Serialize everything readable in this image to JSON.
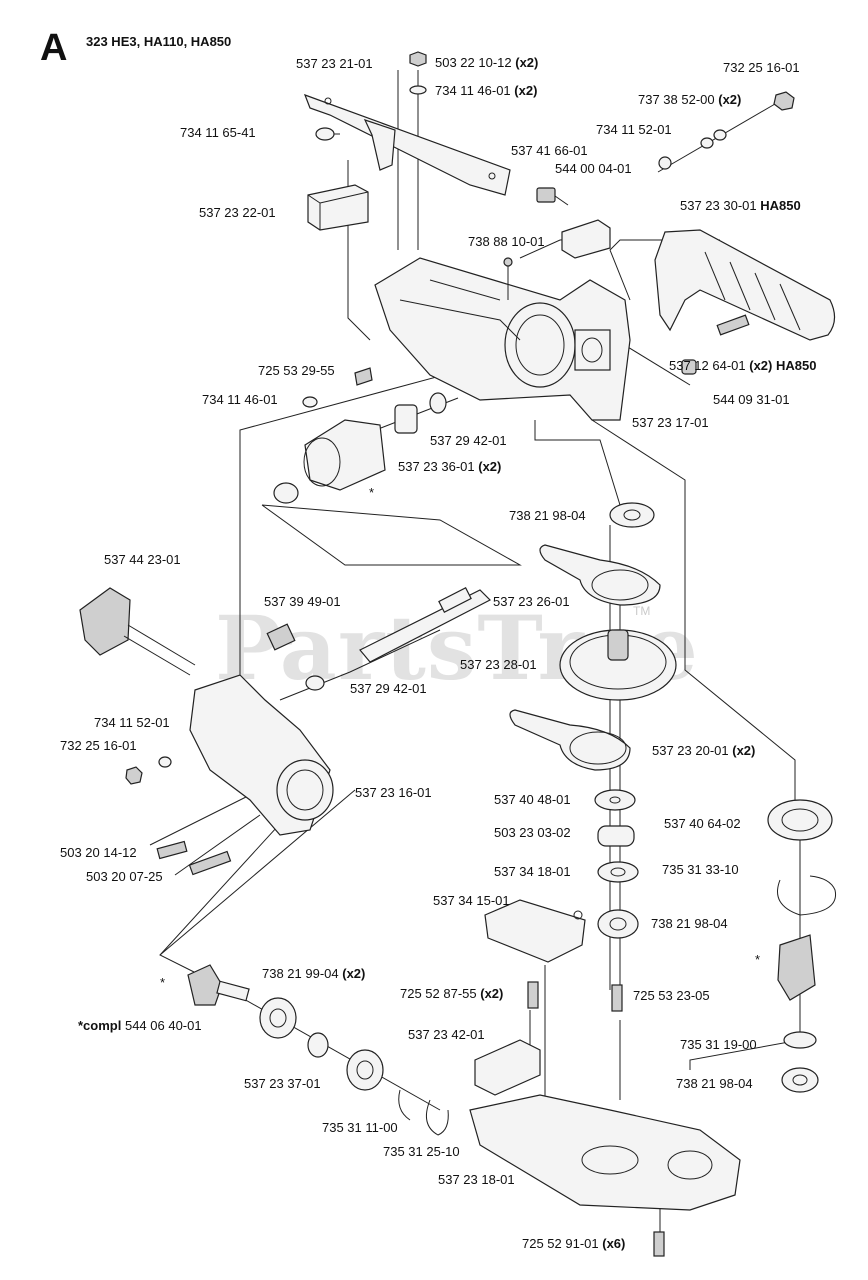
{
  "header": {
    "section": "A",
    "models": "323 HE3, HA110, HA850"
  },
  "watermark": {
    "text": "PartsTree",
    "tm": "TM"
  },
  "labels": [
    {
      "id": "l01",
      "num": "537 23 21-01",
      "extra": ""
    },
    {
      "id": "l02",
      "num": "503 22 10-12",
      "extra": "(x2)"
    },
    {
      "id": "l03",
      "num": "734 11 46-01",
      "extra": "(x2)"
    },
    {
      "id": "l04",
      "num": "732 25 16-01",
      "extra": ""
    },
    {
      "id": "l05",
      "num": "737 38 52-00",
      "extra": "(x2)"
    },
    {
      "id": "l06",
      "num": "734 11 65-41",
      "extra": ""
    },
    {
      "id": "l07",
      "num": "734 11 52-01",
      "extra": ""
    },
    {
      "id": "l08",
      "num": "537 41 66-01",
      "extra": ""
    },
    {
      "id": "l09",
      "num": "544 00 04-01",
      "extra": ""
    },
    {
      "id": "l10",
      "num": "537 23 22-01",
      "extra": ""
    },
    {
      "id": "l11",
      "num": "537 23 30-01",
      "extra": "HA850"
    },
    {
      "id": "l12",
      "num": "738 88 10-01",
      "extra": ""
    },
    {
      "id": "l13",
      "num": "537 12 64-01",
      "extra": "(x2) HA850"
    },
    {
      "id": "l14",
      "num": "725 53 29-55",
      "extra": ""
    },
    {
      "id": "l15",
      "num": "734 11 46-01",
      "extra": ""
    },
    {
      "id": "l16",
      "num": "544 09 31-01",
      "extra": ""
    },
    {
      "id": "l17",
      "num": "537 23 17-01",
      "extra": ""
    },
    {
      "id": "l18",
      "num": "537 29 42-01",
      "extra": ""
    },
    {
      "id": "l19",
      "num": "537 23 36-01",
      "extra": "(x2)"
    },
    {
      "id": "l20",
      "num": "738 21 98-04",
      "extra": ""
    },
    {
      "id": "l21",
      "num": "537 44 23-01",
      "extra": ""
    },
    {
      "id": "l22",
      "num": "537 39 49-01",
      "extra": ""
    },
    {
      "id": "l23",
      "num": "537 23 26-01",
      "extra": ""
    },
    {
      "id": "l24",
      "num": "537 23 28-01",
      "extra": ""
    },
    {
      "id": "l25",
      "num": "537 29 42-01",
      "extra": ""
    },
    {
      "id": "l26",
      "num": "734 11 52-01",
      "extra": ""
    },
    {
      "id": "l27",
      "num": "732 25 16-01",
      "extra": ""
    },
    {
      "id": "l28",
      "num": "537 23 20-01",
      "extra": "(x2)"
    },
    {
      "id": "l29",
      "num": "537 23 16-01",
      "extra": ""
    },
    {
      "id": "l30",
      "num": "537 40 48-01",
      "extra": ""
    },
    {
      "id": "l31",
      "num": "537 40 64-02",
      "extra": ""
    },
    {
      "id": "l32",
      "num": "503 23 03-02",
      "extra": ""
    },
    {
      "id": "l33",
      "num": "503 20 14-12",
      "extra": ""
    },
    {
      "id": "l34",
      "num": "503 20 07-25",
      "extra": ""
    },
    {
      "id": "l35",
      "num": "537 34 18-01",
      "extra": ""
    },
    {
      "id": "l36",
      "num": "735 31 33-10",
      "extra": ""
    },
    {
      "id": "l37",
      "num": "537 34 15-01",
      "extra": ""
    },
    {
      "id": "l38",
      "num": "738 21 98-04",
      "extra": ""
    },
    {
      "id": "l39",
      "num": "738 21 99-04",
      "extra": "(x2)"
    },
    {
      "id": "l40",
      "num": "725 52 87-55",
      "extra": "(x2)"
    },
    {
      "id": "l41",
      "num": "725 53 23-05",
      "extra": ""
    },
    {
      "id": "l42",
      "num": "544 06 40-01",
      "extra": "",
      "prefix": "*compl"
    },
    {
      "id": "l43",
      "num": "537 23 42-01",
      "extra": ""
    },
    {
      "id": "l44",
      "num": "735 31 19-00",
      "extra": ""
    },
    {
      "id": "l45",
      "num": "537 23 37-01",
      "extra": ""
    },
    {
      "id": "l46",
      "num": "738 21 98-04",
      "extra": ""
    },
    {
      "id": "l47",
      "num": "735 31 11-00",
      "extra": ""
    },
    {
      "id": "l48",
      "num": "735 31 25-10",
      "extra": ""
    },
    {
      "id": "l49",
      "num": "537 23 18-01",
      "extra": ""
    },
    {
      "id": "l50",
      "num": "725 52 91-01",
      "extra": "(x6)"
    }
  ],
  "asterisks": [
    "*",
    "*",
    "*"
  ]
}
